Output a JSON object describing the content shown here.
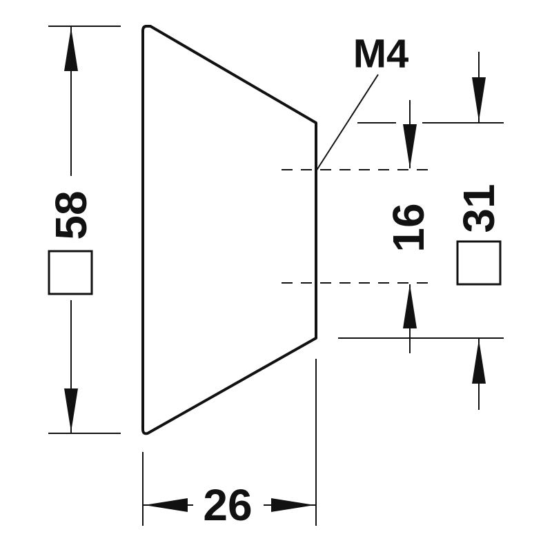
{
  "dimensions": {
    "height_label": "58",
    "width_label": "26",
    "thread_label": "M4",
    "hole_spacing_label": "16",
    "base_height_label": "31",
    "square_symbol": "square"
  },
  "colors": {
    "line": "#111111",
    "background": "#ffffff"
  }
}
